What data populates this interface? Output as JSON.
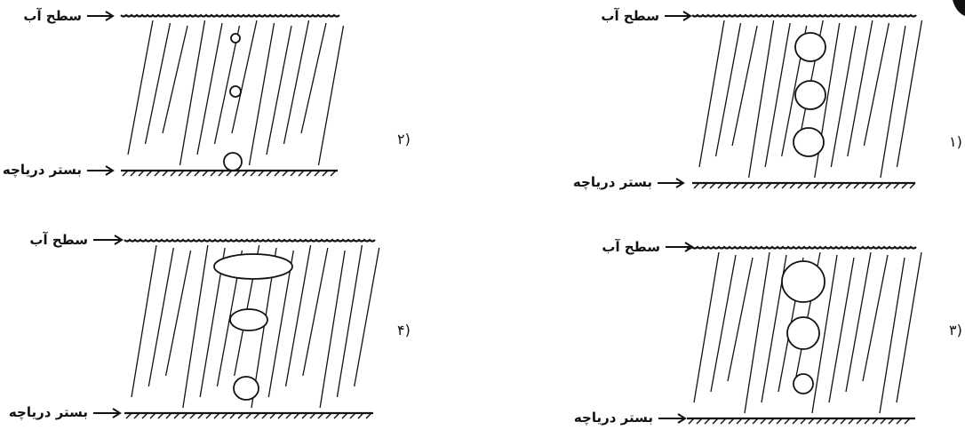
{
  "labels": {
    "water_surface": "سطح آب",
    "lake_bed": "بستر دریاچه"
  },
  "panels": [
    {
      "option": "۱)",
      "description": "bubbles equal size",
      "bubbles": [
        {
          "rx": 17,
          "ry": 16
        },
        {
          "rx": 17,
          "ry": 16
        },
        {
          "rx": 17,
          "ry": 16
        }
      ]
    },
    {
      "option": "۲)",
      "description": "bubbles grow from surface to bed",
      "bubbles": [
        {
          "rx": 5,
          "ry": 5
        },
        {
          "rx": 6,
          "ry": 6
        },
        {
          "rx": 10,
          "ry": 10
        }
      ]
    },
    {
      "option": "۳)",
      "description": "bubbles shrink from surface to bed",
      "bubbles": [
        {
          "rx": 24,
          "ry": 23
        },
        {
          "rx": 18,
          "ry": 18
        },
        {
          "rx": 11,
          "ry": 11
        }
      ]
    },
    {
      "option": "۴)",
      "description": "bubbles flatten toward surface",
      "bubbles": [
        {
          "rx": 44,
          "ry": 14
        },
        {
          "rx": 21,
          "ry": 12
        },
        {
          "rx": 14,
          "ry": 13
        }
      ]
    }
  ]
}
